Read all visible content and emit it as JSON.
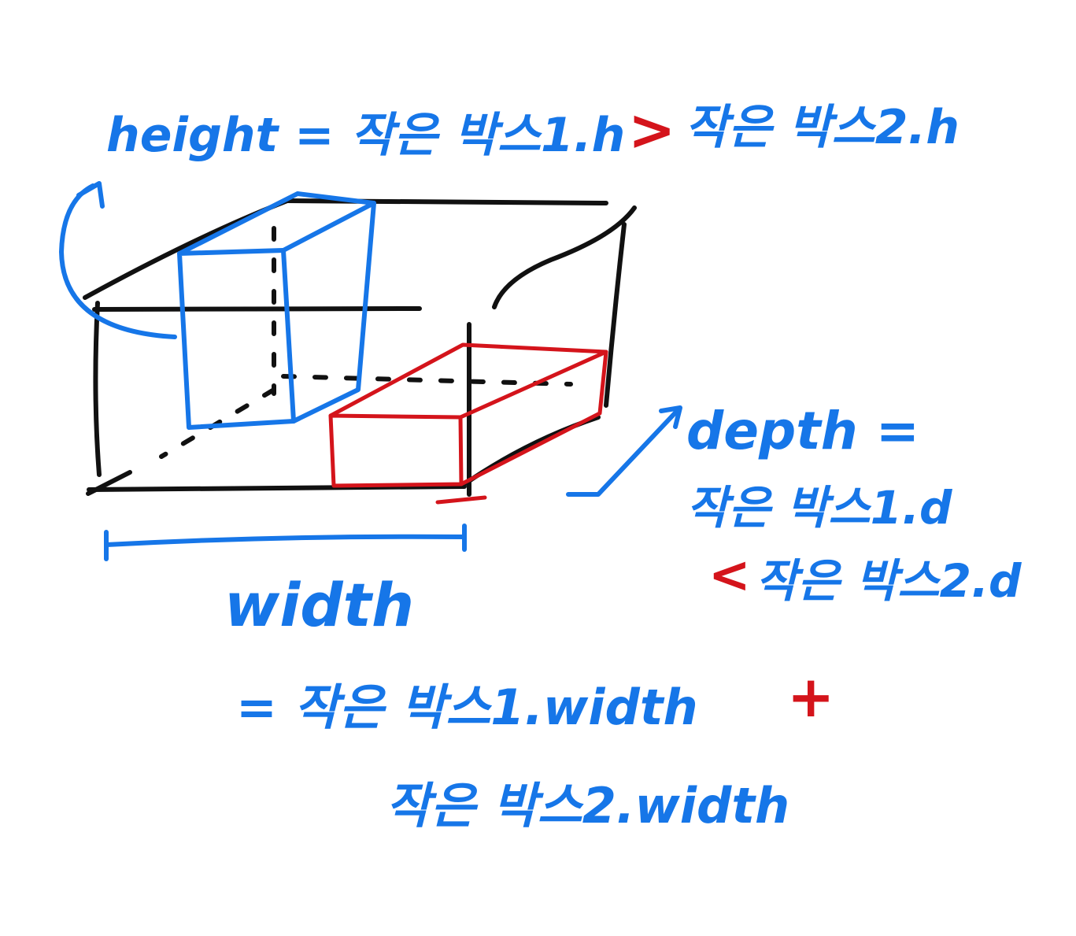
{
  "colors": {
    "annotation_blue": "#1676e8",
    "annotation_red": "#d4141b",
    "outline_black": "#111111",
    "background": "#ffffff"
  },
  "height_note": {
    "lhs": "height = 작은 박스1.h",
    "op": ">",
    "rhs": "작은 박스2.h"
  },
  "depth_note": {
    "line1": "depth =",
    "line2": "작은 박스1.d",
    "op": "<",
    "line3": "작은 박스2.d"
  },
  "width_note": {
    "label": "width",
    "line1": "= 작은 박스1.width",
    "op": "+",
    "line2": "작은 박스2.width"
  }
}
